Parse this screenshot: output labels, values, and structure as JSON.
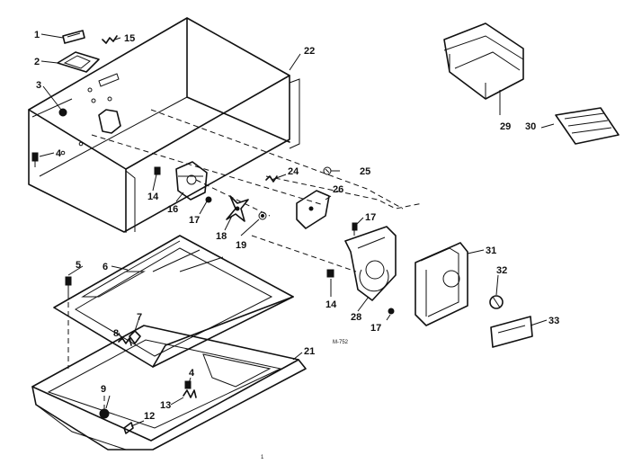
{
  "labels": {
    "p1": "1",
    "p2": "2",
    "p3": "3",
    "p15": "15",
    "p22": "22",
    "p4": "4",
    "p14a": "14",
    "p16": "16",
    "p17a": "17",
    "p18": "18",
    "p19": "19",
    "p24": "24",
    "p25": "25",
    "p26": "26",
    "p17b": "17",
    "p29": "29",
    "p30": "30",
    "p31": "31",
    "p32": "32",
    "p33": "33",
    "p5": "5",
    "p6": "6",
    "p7": "7",
    "p8": "8",
    "p9": "9",
    "p12": "12",
    "p13": "13",
    "p4b": "4",
    "p21": "21",
    "p14b": "14",
    "p28": "28",
    "p17c": "17",
    "code": "M-752",
    "bottom_mark": "1"
  }
}
